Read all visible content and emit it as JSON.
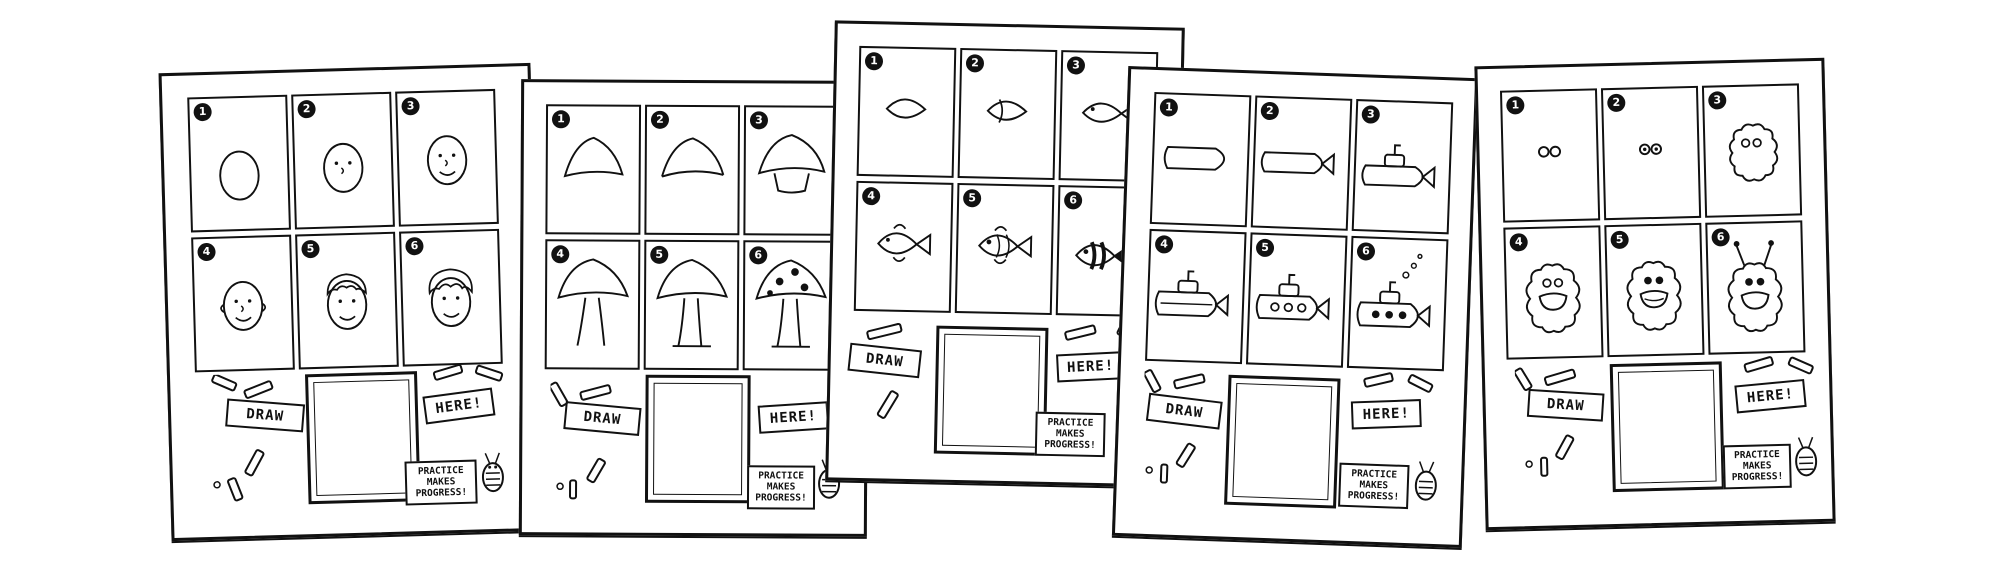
{
  "sheets": [
    {
      "subject": "face",
      "step_numbers": [
        "1",
        "2",
        "3",
        "4",
        "5",
        "6"
      ],
      "banner_left": "DRAW",
      "banner_right": "HERE!",
      "sign_text": "PRACTICE\nMAKES\nPROGRESS!"
    },
    {
      "subject": "mushroom",
      "step_numbers": [
        "1",
        "2",
        "3",
        "4",
        "5",
        "6"
      ],
      "banner_left": "DRAW",
      "banner_right": "HERE!",
      "sign_text": "PRACTICE\nMAKES\nPROGRESS!"
    },
    {
      "subject": "fish",
      "step_numbers": [
        "1",
        "2",
        "3",
        "4",
        "5",
        "6"
      ],
      "banner_left": "DRAW",
      "banner_right": "HERE!",
      "sign_text": "PRACTICE\nMAKES\nPROGRESS!"
    },
    {
      "subject": "submarine",
      "step_numbers": [
        "1",
        "2",
        "3",
        "4",
        "5",
        "6"
      ],
      "banner_left": "DRAW",
      "banner_right": "HERE!",
      "sign_text": "PRACTICE\nMAKES\nPROGRESS!"
    },
    {
      "subject": "monster",
      "step_numbers": [
        "1",
        "2",
        "3",
        "4",
        "5",
        "6"
      ],
      "banner_left": "DRAW",
      "banner_right": "HERE!",
      "sign_text": "PRACTICE\nMAKES\nPROGRESS!"
    }
  ],
  "colors": {
    "ink": "#111111",
    "paper": "#ffffff"
  }
}
